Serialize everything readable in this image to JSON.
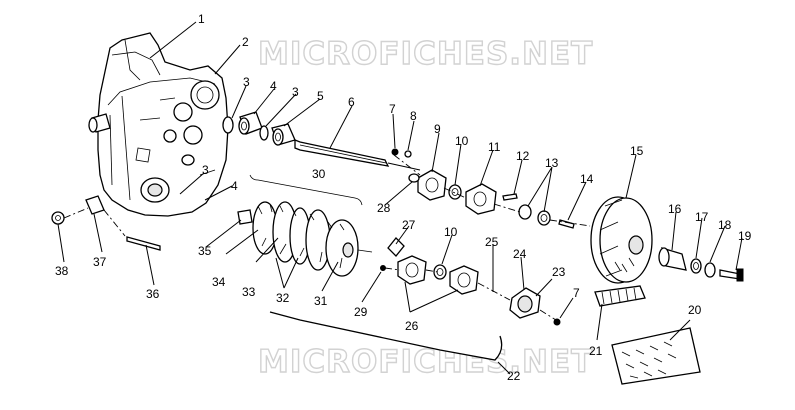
{
  "watermark": {
    "top": "MICROFICHES.NET",
    "bottom": "MICROFICHES.NET"
  },
  "callouts": [
    {
      "id": "c1",
      "label": "1"
    },
    {
      "id": "c2",
      "label": "2"
    },
    {
      "id": "c3a",
      "label": "3"
    },
    {
      "id": "c4a",
      "label": "4"
    },
    {
      "id": "c3b",
      "label": "3"
    },
    {
      "id": "c5",
      "label": "5"
    },
    {
      "id": "c6",
      "label": "6"
    },
    {
      "id": "c7a",
      "label": "7"
    },
    {
      "id": "c8",
      "label": "8"
    },
    {
      "id": "c9",
      "label": "9"
    },
    {
      "id": "c10a",
      "label": "10"
    },
    {
      "id": "c11",
      "label": "11"
    },
    {
      "id": "c12",
      "label": "12"
    },
    {
      "id": "c13",
      "label": "13"
    },
    {
      "id": "c14",
      "label": "14"
    },
    {
      "id": "c15",
      "label": "15"
    },
    {
      "id": "c3c",
      "label": "3"
    },
    {
      "id": "c4b",
      "label": "4"
    },
    {
      "id": "c30",
      "label": "30"
    },
    {
      "id": "c28",
      "label": "28"
    },
    {
      "id": "c16",
      "label": "16"
    },
    {
      "id": "c17",
      "label": "17"
    },
    {
      "id": "c18",
      "label": "18"
    },
    {
      "id": "c19",
      "label": "19"
    },
    {
      "id": "c27",
      "label": "27"
    },
    {
      "id": "c10b",
      "label": "10"
    },
    {
      "id": "c25",
      "label": "25"
    },
    {
      "id": "c24",
      "label": "24"
    },
    {
      "id": "c35",
      "label": "35"
    },
    {
      "id": "c34",
      "label": "34"
    },
    {
      "id": "c33",
      "label": "33"
    },
    {
      "id": "c32",
      "label": "32"
    },
    {
      "id": "c31",
      "label": "31"
    },
    {
      "id": "c38",
      "label": "38"
    },
    {
      "id": "c37",
      "label": "37"
    },
    {
      "id": "c36",
      "label": "36"
    },
    {
      "id": "c29",
      "label": "29"
    },
    {
      "id": "c26",
      "label": "26"
    },
    {
      "id": "c23",
      "label": "23"
    },
    {
      "id": "c7b",
      "label": "7"
    },
    {
      "id": "c20",
      "label": "20"
    },
    {
      "id": "c21",
      "label": "21"
    },
    {
      "id": "c22",
      "label": "22"
    }
  ]
}
